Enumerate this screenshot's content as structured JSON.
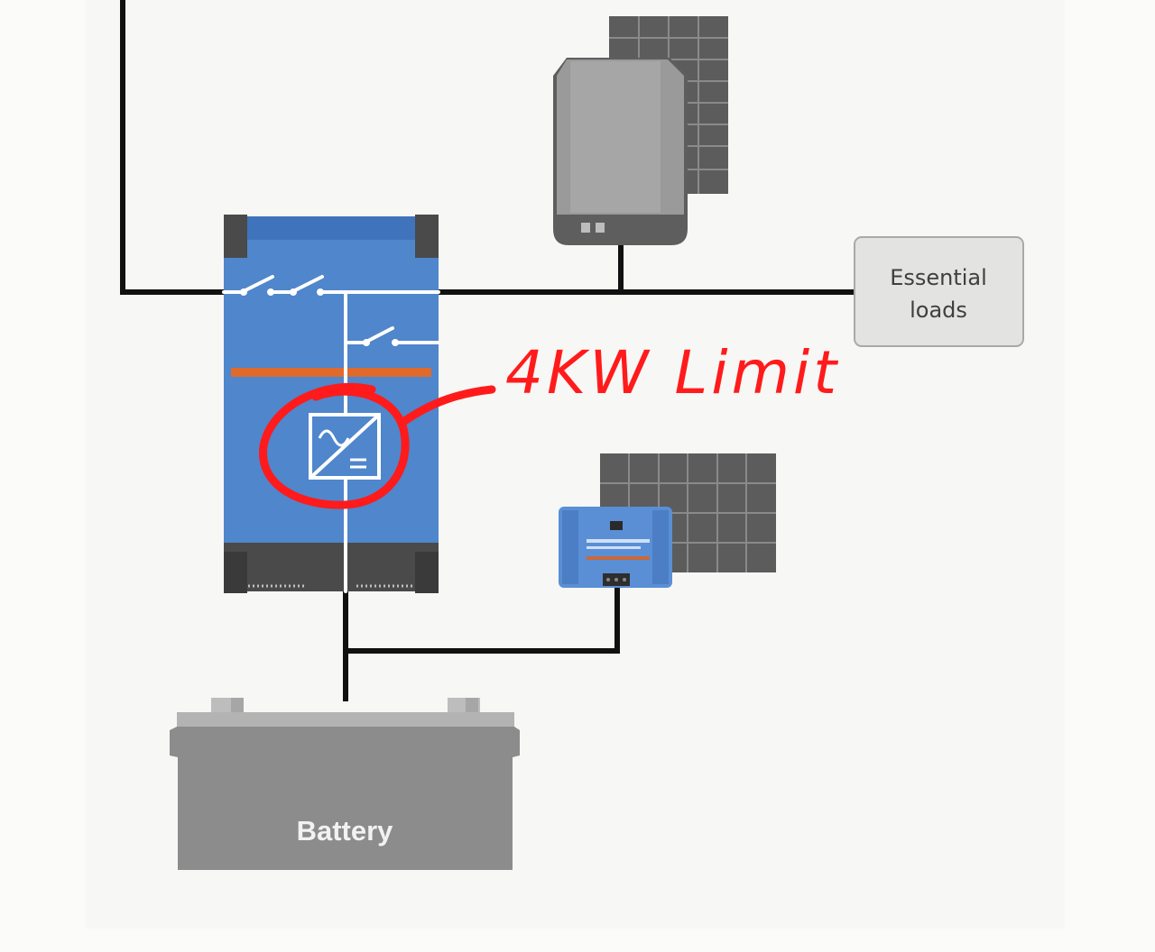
{
  "diagram": {
    "essential_loads": {
      "line1": "Essential",
      "line2": "loads"
    },
    "battery": {
      "label": "Battery"
    },
    "annotation": {
      "text": "4KW Limit"
    }
  },
  "colors": {
    "wire": "#111111",
    "inverter_blue": "#4f86cc",
    "inverter_top": "#3f74bd",
    "inverter_dark": "#4a4a4a",
    "orange_band": "#e06a2c",
    "panel_dark": "#5a5a5a",
    "battery_gray": "#8c8c8c",
    "annotation_red": "#ff1b1b",
    "loads_box": "#e3e3e1"
  },
  "icons": {
    "inverter_charger": "inverter-charger-icon",
    "ac_dc_converter": "ac-dc-converter-icon",
    "pv_inverter": "pv-inverter-icon",
    "solar_panel": "solar-panel-icon",
    "mppt_controller": "mppt-charge-controller-icon",
    "battery": "battery-icon"
  }
}
